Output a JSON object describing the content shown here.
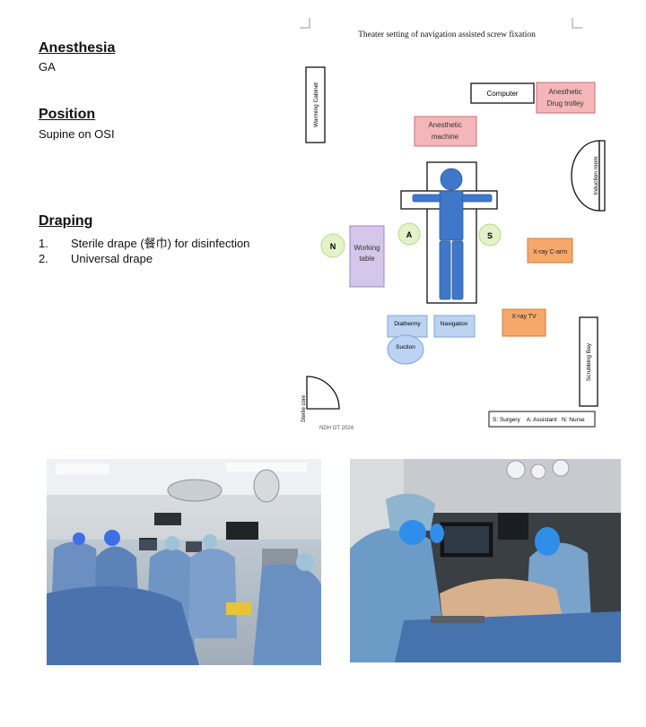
{
  "sections": {
    "anesthesia": {
      "heading": "Anesthesia",
      "value": "GA"
    },
    "position": {
      "heading": "Position",
      "value": "Supine on OSI"
    },
    "draping": {
      "heading": "Draping",
      "items": [
        {
          "num": "1.",
          "text": "Sterile drape (餐巾) for disinfection"
        },
        {
          "num": "2.",
          "text": "Universal drape"
        }
      ]
    }
  },
  "diagram": {
    "title": "Theater setting of navigation assisted screw fixation",
    "warming_cabinet": "Warming Cabinet",
    "computer": "Computer",
    "drug_trolley_line1": "Anesthetic",
    "drug_trolley_line2": "Drug trolley",
    "machine_line1": "Anesthetic",
    "machine_line2": "machine",
    "induction_room": "Induction room",
    "nurse": "N",
    "assistant": "A",
    "surgeon": "S",
    "working_table_line1": "Working",
    "working_table_line2": "table",
    "xray_carm": "X-ray C-arm",
    "xray_tv": "X-ray TV",
    "diathermy": "Diathermy",
    "navigation": "Navigation",
    "suction": "Suction",
    "scrubbing_bay": "Scrubbing Bay",
    "sterile_core": "Sterile core",
    "footer": "NDH OT 2024",
    "legend": "S: Surgery    A: Assistant   N: Nurse"
  },
  "colors": {
    "pink": "#f4b6b8",
    "purple": "#d5c7ea",
    "blue_box": "#bcd3f2",
    "orange": "#f6a86a",
    "figure": "#3f78c9",
    "circle_green": "#e3f3c8"
  }
}
